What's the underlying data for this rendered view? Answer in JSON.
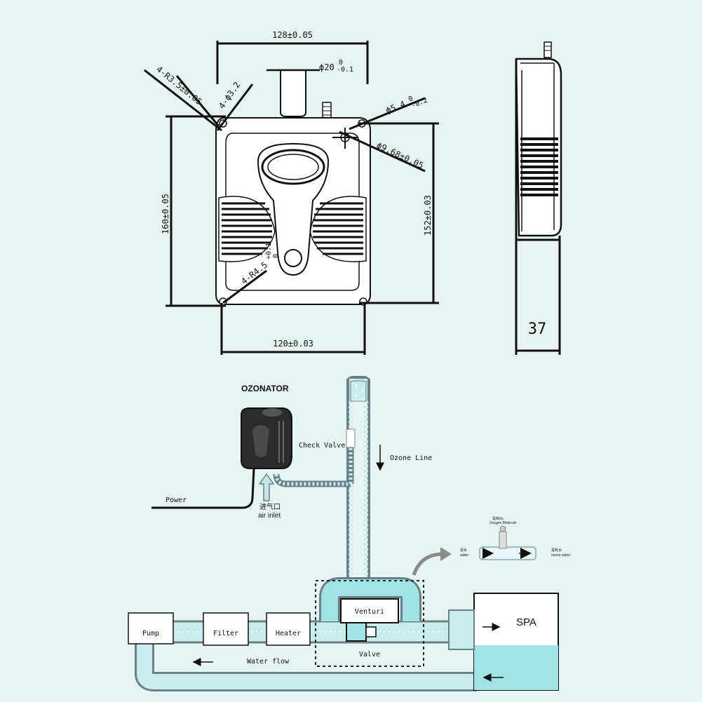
{
  "drawing": {
    "dim_width_top": "128±0.05",
    "dim_width_bottom": "120±0.03",
    "dim_height_left": "160±0.05",
    "dim_height_right": "152±0.03",
    "dim_corner_radius": "4-R3.5±0.05",
    "dim_hole_small": "4-ϕ3.2",
    "dim_tube": "ϕ20",
    "dim_tube_tol_upper": "0",
    "dim_tube_tol_lower": "-0.1",
    "dim_nozzle": "ϕ5.4",
    "dim_nozzle_tol_upper": "0",
    "dim_nozzle_tol_lower": "-0.2",
    "dim_nozzle_base": "ϕ9.68±0.05",
    "dim_foot_radius": "4-R4.5",
    "dim_foot_tol_upper": "+0.1",
    "dim_foot_tol_lower": "0",
    "dim_depth": "37"
  },
  "system": {
    "ozonator_title": "OZONATOR",
    "check_valve": "Check Valve",
    "ozone_line": "Ozone Line",
    "power": "Power",
    "air_inlet_cn": "进气口",
    "air_inlet_en": "air inlet",
    "pump": "Pump",
    "filter": "Filter",
    "heater": "Heater",
    "venturi": "Venturi",
    "valve": "Valve",
    "water_flow": "Water flow",
    "spa": "SPA",
    "inset_top_cn": "臭氧O₂",
    "inset_top_en": "Oxygen Molecule",
    "inset_in_cn": "进水",
    "inset_in_en": "water",
    "inset_out_cn": "臭氧水",
    "inset_out_en": "ozone water"
  },
  "colors": {
    "background": "#e6f4f2",
    "line": "#111111",
    "pipe_fill": "#c9ecef",
    "pipe_stroke": "#6a7f88",
    "water": "#9fe3e4"
  }
}
